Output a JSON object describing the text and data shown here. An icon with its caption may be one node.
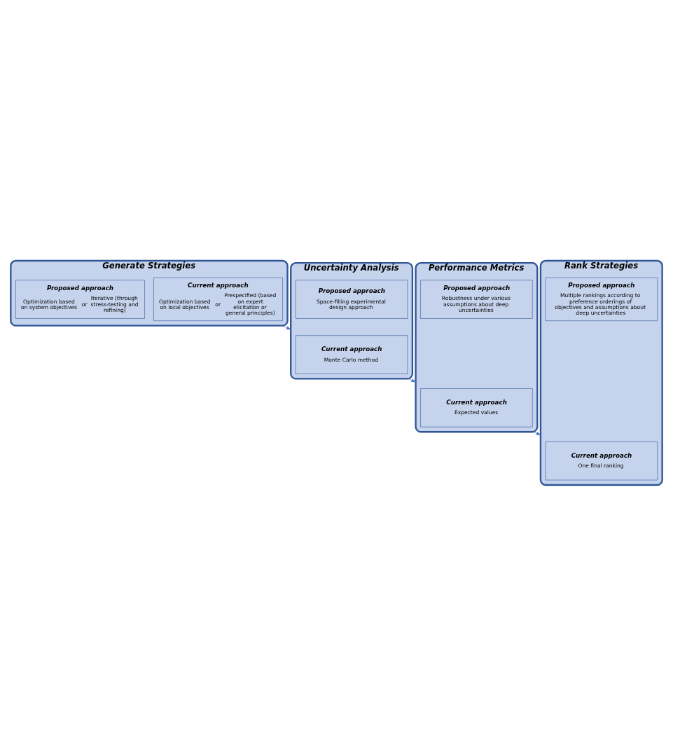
{
  "diagram": {
    "nodes": [
      {
        "text": [
          "Generate Strategies"
        ]
      },
      {
        "text": [
          "Current approach",
          "Optimization based on local objectives",
          "or",
          "Prespecified (based on expert elicitation or general principles)"
        ],
        "in": 0
      },
      {
        "text": [
          "Proposed approach",
          "Optimization based on system objectives",
          "or",
          "Iterative (through stress-testing and refining)"
        ],
        "in": 0
      },
      {
        "text": [
          "Uncertainty Analysis"
        ]
      },
      {
        "text": [
          "Current approach",
          "Monte Carlo method"
        ],
        "in": 3
      },
      {
        "text": [
          "Proposed approach",
          "Space-filling experimental design approach"
        ],
        "in": 3
      },
      {
        "text": [
          "Performance Metrics"
        ]
      },
      {
        "text": [
          "Current approach",
          "Expected values"
        ],
        "in": 6
      },
      {
        "text": [
          "Proposed approach",
          "Robustness under various assumptions about deep uncertainties"
        ],
        "in": 6
      },
      {
        "text": [
          "Rank Strategies"
        ]
      },
      {
        "text": [
          "Current approach",
          "One final ranking"
        ],
        "in": 9
      },
      {
        "text": [
          "Proposed approach",
          "Multiple rankings according to preference orderings of objectives and assumptions about deep uncertainties"
        ],
        "in": 9
      }
    ],
    "edges": [
      {
        "from": 0,
        "to": 3,
        "arrow": "to"
      },
      {
        "from": 3,
        "to": 6,
        "arrow": "to"
      },
      {
        "from": 6,
        "to": 9,
        "arrow": "to"
      }
    ]
  }
}
